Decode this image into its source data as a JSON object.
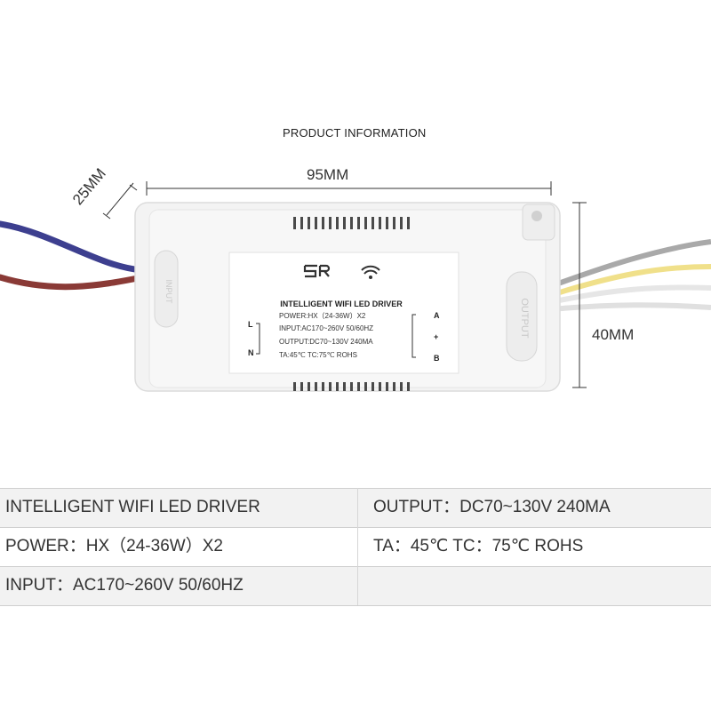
{
  "header": {
    "title": "PRODUCT INFORMATION"
  },
  "dimensions": {
    "length": "95MM",
    "depth": "25MM",
    "height": "40MM"
  },
  "device_label": {
    "brand_mark": "SR",
    "wifi_icon": "wifi-icon",
    "name": "INTELLIGENT WIFI LED DRIVER",
    "lines": [
      "POWER:HX（24-36W）X2",
      "INPUT:AC170~260V 50/60HZ",
      "OUTPUT:DC70~130V 240MA",
      "TA:45℃    TC:75℃ ROHS"
    ],
    "input_terminals": [
      "L",
      "N"
    ],
    "output_terminals": [
      "A",
      "+",
      "B"
    ],
    "side_marks": [
      "INPUT",
      "OUTPUT"
    ]
  },
  "specs": {
    "rows": [
      {
        "left": "INTELLIGENT WIFI LED DRIVER",
        "right": "OUTPUT：DC70~130V 240MA"
      },
      {
        "left": "POWER：HX（24-36W）X2",
        "right": "TA：45℃ TC：75℃ ROHS"
      },
      {
        "left": "INPUT：AC170~260V 50/60HZ",
        "right": ""
      }
    ]
  },
  "colors": {
    "wire_blue": "#3d3f8f",
    "wire_brown": "#8a3a36",
    "wire_white": "#e6e6e6",
    "wire_gray": "#a9a9a9",
    "wire_yellow": "#f0e08a",
    "case": "#f3f3f3",
    "table_bg": "#f2f2f2"
  }
}
